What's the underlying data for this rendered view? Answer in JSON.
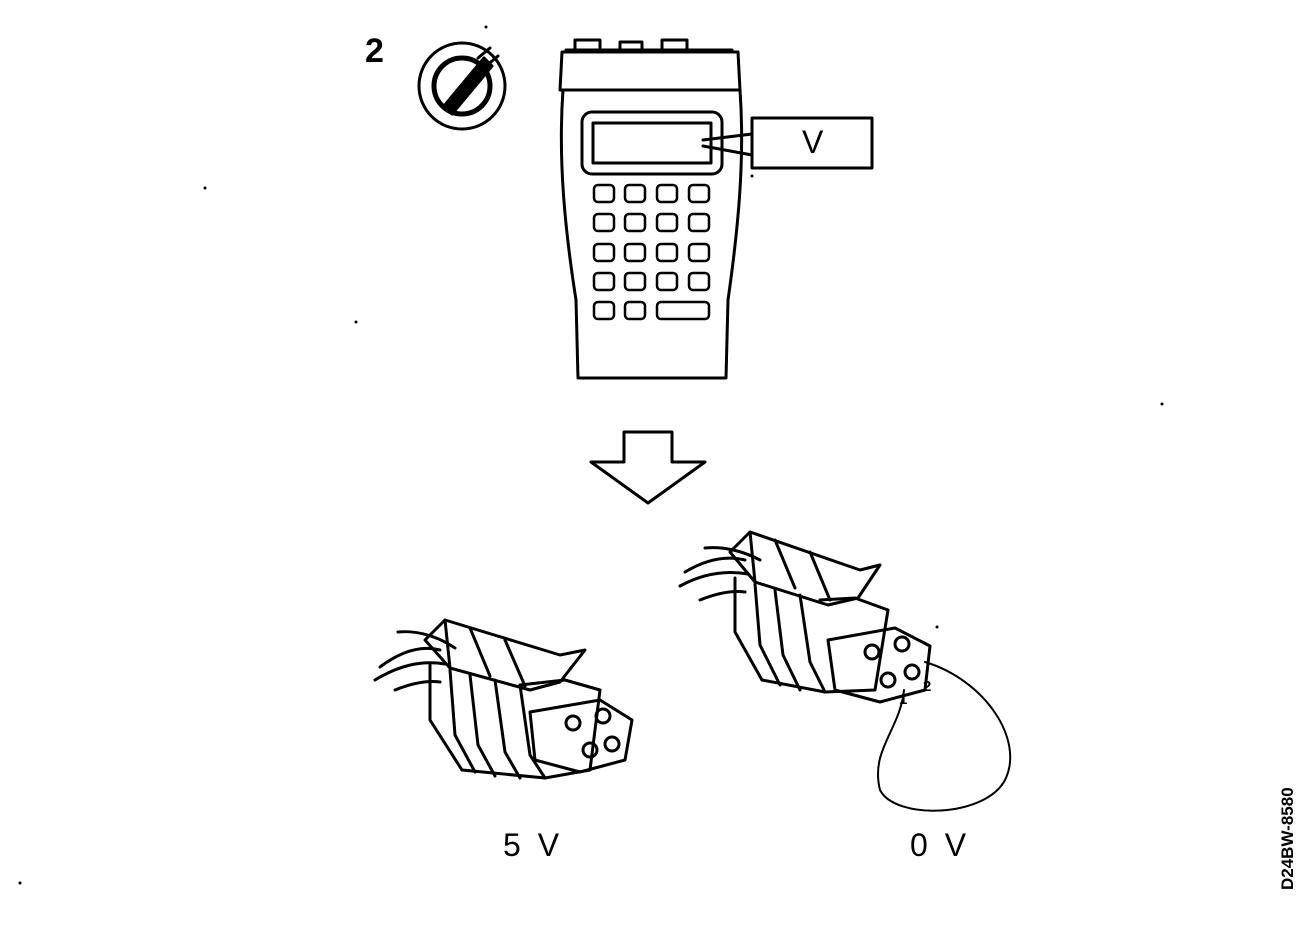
{
  "step_number": "2",
  "tester_display_unit": "V",
  "connector_unplugged": {
    "voltage_label": "5 V"
  },
  "connector_bridged": {
    "voltage_label": "0 V",
    "pin_1": "1",
    "pin_2": "2"
  },
  "figure_reference": "D24BW-8580",
  "icons": [
    "ignition-key-icon",
    "tester-icon",
    "down-arrow-icon",
    "connector-icon",
    "jumper-wire-icon"
  ],
  "colors": {
    "line": "#000000",
    "background": "#ffffff"
  }
}
